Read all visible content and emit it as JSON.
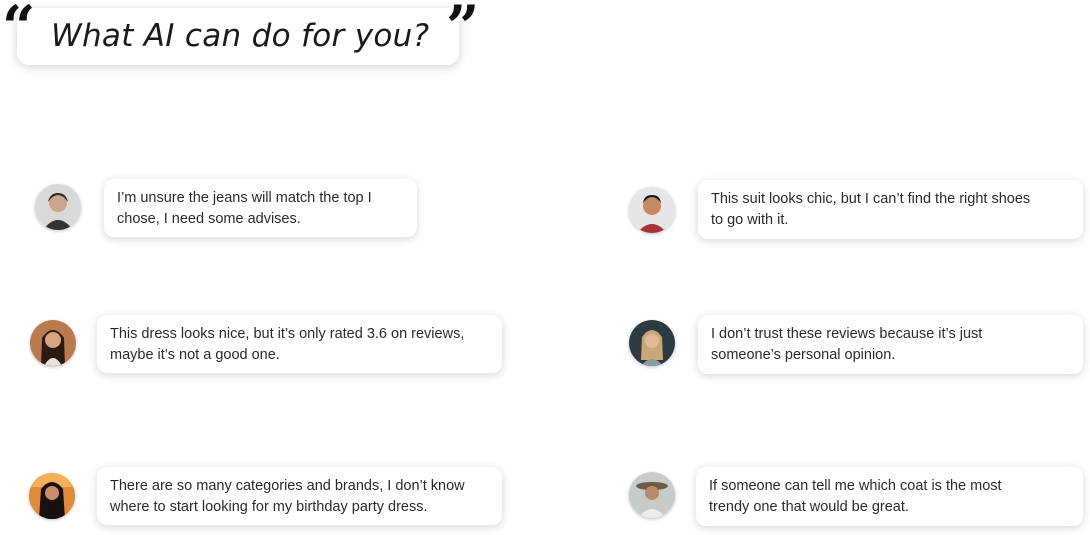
{
  "title": {
    "open_quote": "“",
    "text": "What AI can do for you?",
    "close_quote": "”"
  },
  "left_column": [
    {
      "avatar": "avatar-woman-short-hair",
      "line1": "I’m unsure the jeans will match the top I",
      "line2": "chose, I need some advises."
    },
    {
      "avatar": "avatar-woman-long-hair",
      "line1": "This dress looks nice, but it’s only rated 3.6 on reviews,",
      "line2": "maybe it’s not a good one."
    },
    {
      "avatar": "avatar-woman-dark-hair",
      "line1": "There are so many categories and brands, I don’t know",
      "line2": "where to start looking for my birthday party dress."
    }
  ],
  "right_column": [
    {
      "avatar": "avatar-man-smiling",
      "line1": "This suit looks chic, but I can’t find the right shoes",
      "line2": "to go with it."
    },
    {
      "avatar": "avatar-woman-blonde",
      "line1": "I don’t trust these reviews because it’s just",
      "line2": "someone’s personal opinion."
    },
    {
      "avatar": "avatar-woman-hat",
      "line1": "If someone can tell me which coat is the most",
      "line2": "trendy one that would be great."
    }
  ],
  "colors": {
    "background": "#ffffff",
    "text": "#2b2b2b",
    "bubble_shadow": "rgba(0,0,0,0.16)"
  }
}
